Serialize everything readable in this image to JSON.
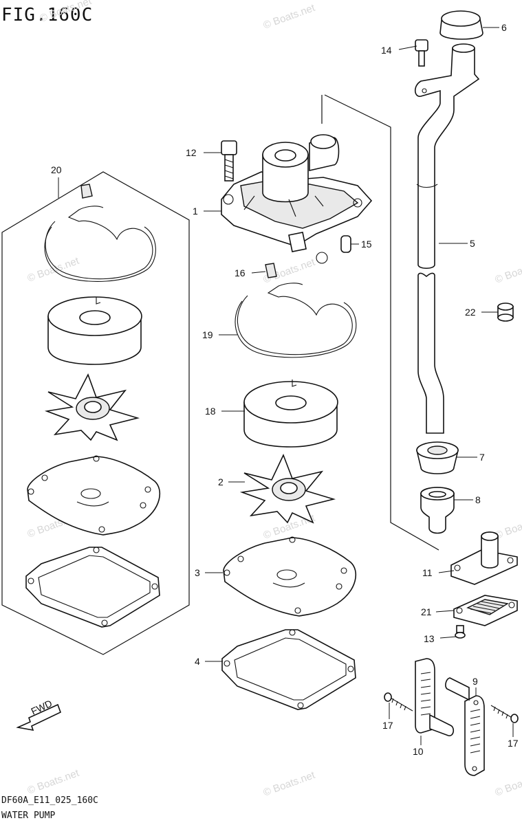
{
  "figure": {
    "title": "FIG.160C",
    "model_code": "DF60A_E11_025_160C",
    "caption": "WATER PUMP"
  },
  "watermark": "© Boats.net",
  "fwd_label": "FWD",
  "callouts": {
    "c1": "1",
    "c2": "2",
    "c3": "3",
    "c4": "4",
    "c5": "5",
    "c6": "6",
    "c7": "7",
    "c8": "8",
    "c9": "9",
    "c10": "10",
    "c11": "11",
    "c12": "12",
    "c13": "13",
    "c14": "14",
    "c15": "15",
    "c16": "16",
    "c17a": "17",
    "c17b": "17",
    "c18": "18",
    "c19": "19",
    "c20": "20",
    "c21": "21",
    "c22": "22"
  },
  "colors": {
    "line": "#111111",
    "watermark": "#d6d6d6",
    "part_fill": "#ffffff",
    "shade": "#e9e9e9"
  }
}
